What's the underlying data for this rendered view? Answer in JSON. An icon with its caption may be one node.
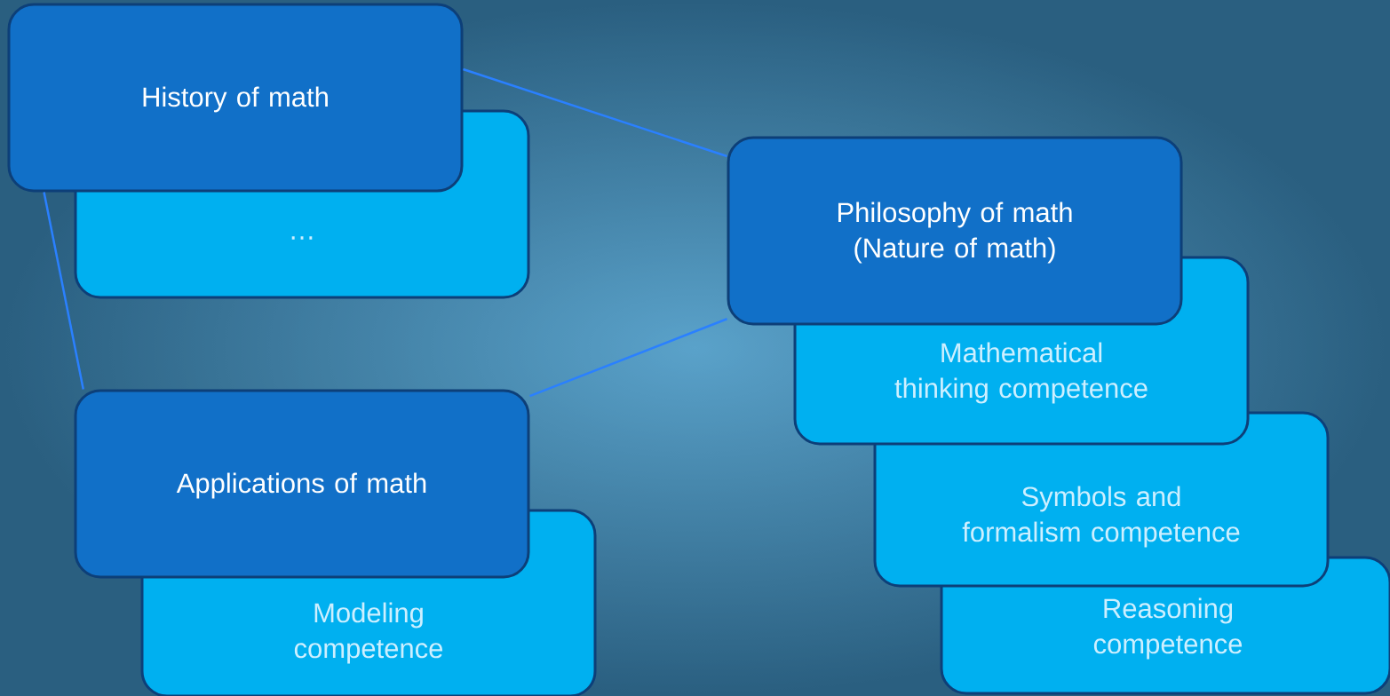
{
  "diagram": {
    "nodes": [
      {
        "text": [
          "History of math"
        ]
      },
      {
        "text": [
          "…"
        ]
      },
      {
        "text": [
          "Philosophy of math (Nature of math)"
        ]
      },
      {
        "text": [
          "Mathematical thinking competence"
        ]
      },
      {
        "text": [
          "Symbols and formalism competence"
        ]
      },
      {
        "text": [
          "Reasoning competence"
        ]
      },
      {
        "text": [
          "Applications of math"
        ]
      },
      {
        "text": [
          "Modeling competence"
        ]
      }
    ],
    "edges": [
      {
        "from": 0,
        "to": 2,
        "arrow": "none"
      },
      {
        "from": 0,
        "to": 6,
        "arrow": "none"
      },
      {
        "from": 6,
        "to": 2,
        "arrow": "none"
      }
    ]
  }
}
